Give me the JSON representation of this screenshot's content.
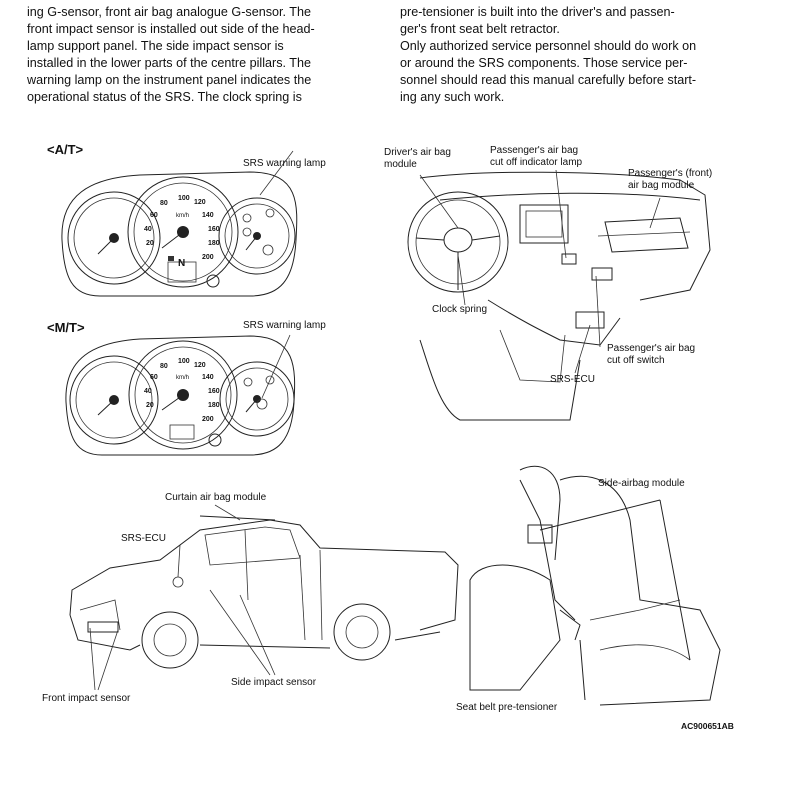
{
  "text": {
    "left_lines": [
      "ing G-sensor, front air bag analogue G-sensor. The",
      "front impact sensor is installed out side of the head-",
      "lamp support panel. The side impact sensor is",
      "installed in the lower parts of the centre pillars. The",
      "warning lamp on the instrument panel indicates the",
      "operational status of the SRS. The clock spring is"
    ],
    "right_lines": [
      "pre-tensioner is built into the driver's and passen-",
      "ger's front seat belt retractor.",
      "Only authorized service personnel should do work on",
      "or around the SRS components. Those service per-",
      "sonnel should read this manual carefully before start-",
      "ing any such work."
    ]
  },
  "figure": {
    "at_header": "<A/T>",
    "mt_header": "<M/T>",
    "srs_lamp_at": "SRS warning lamp",
    "srs_lamp_mt": "SRS warning lamp",
    "gauge_speeds": [
      "20",
      "40",
      "60",
      "80",
      "100",
      "120",
      "140",
      "160",
      "180",
      "200"
    ],
    "gauge_unit": "km/h",
    "gear_letter": "N",
    "driver_airbag": [
      "Driver's air bag",
      "module"
    ],
    "pass_cutoff_lamp": [
      "Passenger's air bag",
      "cut off indicator lamp"
    ],
    "pass_front_airbag": [
      "Passenger's (front)",
      "air bag module"
    ],
    "clock_spring": "Clock spring",
    "pass_cutoff_switch": [
      "Passenger's air bag",
      "cut off switch"
    ],
    "srs_ecu_dash": "SRS-ECU",
    "curtain_airbag": "Curtain air bag module",
    "srs_ecu_truck": "SRS-ECU",
    "front_impact": "Front impact sensor",
    "side_impact": "Side impact sensor",
    "side_airbag": "Side-airbag module",
    "seatbelt_pt": "Seat belt pre-tensioner",
    "figure_code": "AC900651AB"
  }
}
